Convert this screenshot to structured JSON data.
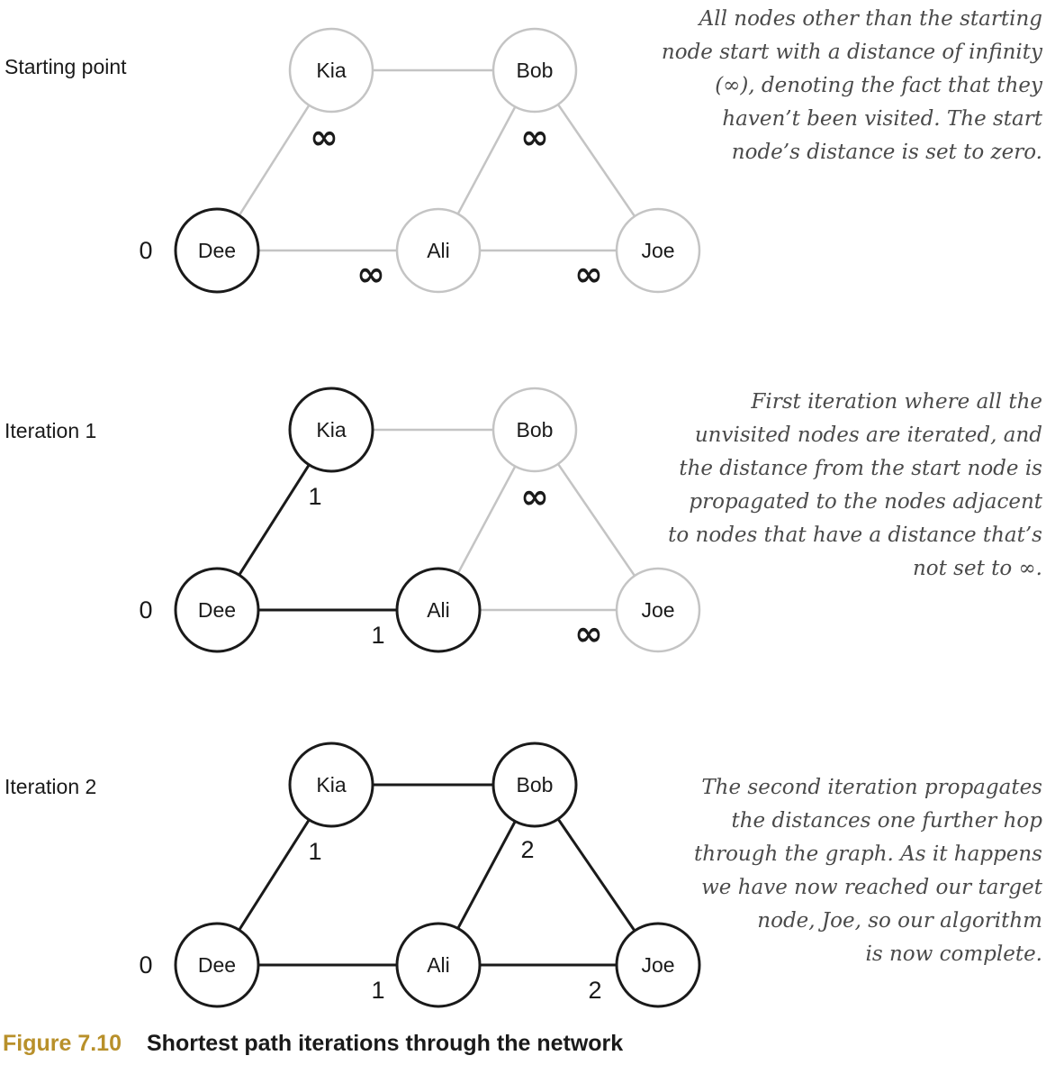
{
  "panels": [
    {
      "title": "Starting point",
      "note": [
        "All nodes other than the starting",
        "node start with a distance of infinity",
        "(∞), denoting the fact that they",
        "haven’t been visited. The start",
        "node’s distance is set to zero."
      ],
      "nodes": [
        {
          "name": "Kia",
          "visited": false
        },
        {
          "name": "Bob",
          "visited": false
        },
        {
          "name": "Dee",
          "visited": true
        },
        {
          "name": "Ali",
          "visited": false
        },
        {
          "name": "Joe",
          "visited": false
        }
      ],
      "edges": [
        {
          "from": "Kia",
          "to": "Bob",
          "active": false
        },
        {
          "from": "Kia",
          "to": "Dee",
          "active": false
        },
        {
          "from": "Bob",
          "to": "Ali",
          "active": false
        },
        {
          "from": "Bob",
          "to": "Joe",
          "active": false
        },
        {
          "from": "Dee",
          "to": "Ali",
          "active": false
        },
        {
          "from": "Ali",
          "to": "Joe",
          "active": false
        }
      ],
      "distances": {
        "Dee": "0",
        "Kia": "∞",
        "Bob": "∞",
        "Ali": "∞",
        "Joe": "∞"
      }
    },
    {
      "title": "Iteration 1",
      "note": [
        "First iteration where all the",
        "unvisited nodes are iterated, and",
        "the distance from the start node is",
        "propagated to the nodes adjacent",
        "to nodes that have a distance that’s",
        "not set to ∞."
      ],
      "nodes": [
        {
          "name": "Kia",
          "visited": true
        },
        {
          "name": "Bob",
          "visited": false
        },
        {
          "name": "Dee",
          "visited": true
        },
        {
          "name": "Ali",
          "visited": true
        },
        {
          "name": "Joe",
          "visited": false
        }
      ],
      "edges": [
        {
          "from": "Kia",
          "to": "Bob",
          "active": false
        },
        {
          "from": "Kia",
          "to": "Dee",
          "active": true
        },
        {
          "from": "Bob",
          "to": "Ali",
          "active": false
        },
        {
          "from": "Bob",
          "to": "Joe",
          "active": false
        },
        {
          "from": "Dee",
          "to": "Ali",
          "active": true
        },
        {
          "from": "Ali",
          "to": "Joe",
          "active": false
        }
      ],
      "distances": {
        "Dee": "0",
        "Kia": "1",
        "Bob": "∞",
        "Ali": "1",
        "Joe": "∞"
      }
    },
    {
      "title": "Iteration 2",
      "note": [
        "The second iteration propagates",
        "the distances one further hop",
        "through the graph. As it happens",
        "we have now reached our target",
        "node, Joe, so our algorithm",
        "is now complete."
      ],
      "nodes": [
        {
          "name": "Kia",
          "visited": true
        },
        {
          "name": "Bob",
          "visited": true
        },
        {
          "name": "Dee",
          "visited": true
        },
        {
          "name": "Ali",
          "visited": true
        },
        {
          "name": "Joe",
          "visited": true
        }
      ],
      "edges": [
        {
          "from": "Kia",
          "to": "Bob",
          "active": true
        },
        {
          "from": "Kia",
          "to": "Dee",
          "active": true
        },
        {
          "from": "Bob",
          "to": "Ali",
          "active": true
        },
        {
          "from": "Bob",
          "to": "Joe",
          "active": true
        },
        {
          "from": "Dee",
          "to": "Ali",
          "active": true
        },
        {
          "from": "Ali",
          "to": "Joe",
          "active": true
        }
      ],
      "distances": {
        "Dee": "0",
        "Kia": "1",
        "Bob": "2",
        "Ali": "1",
        "Joe": "2"
      }
    }
  ],
  "colors": {
    "active": "#1a1a1a",
    "inactive": "#c4c4c4",
    "caption_accent": "#b8902a"
  },
  "caption": {
    "number": "Figure 7.10",
    "title": "Shortest path iterations through the network"
  }
}
